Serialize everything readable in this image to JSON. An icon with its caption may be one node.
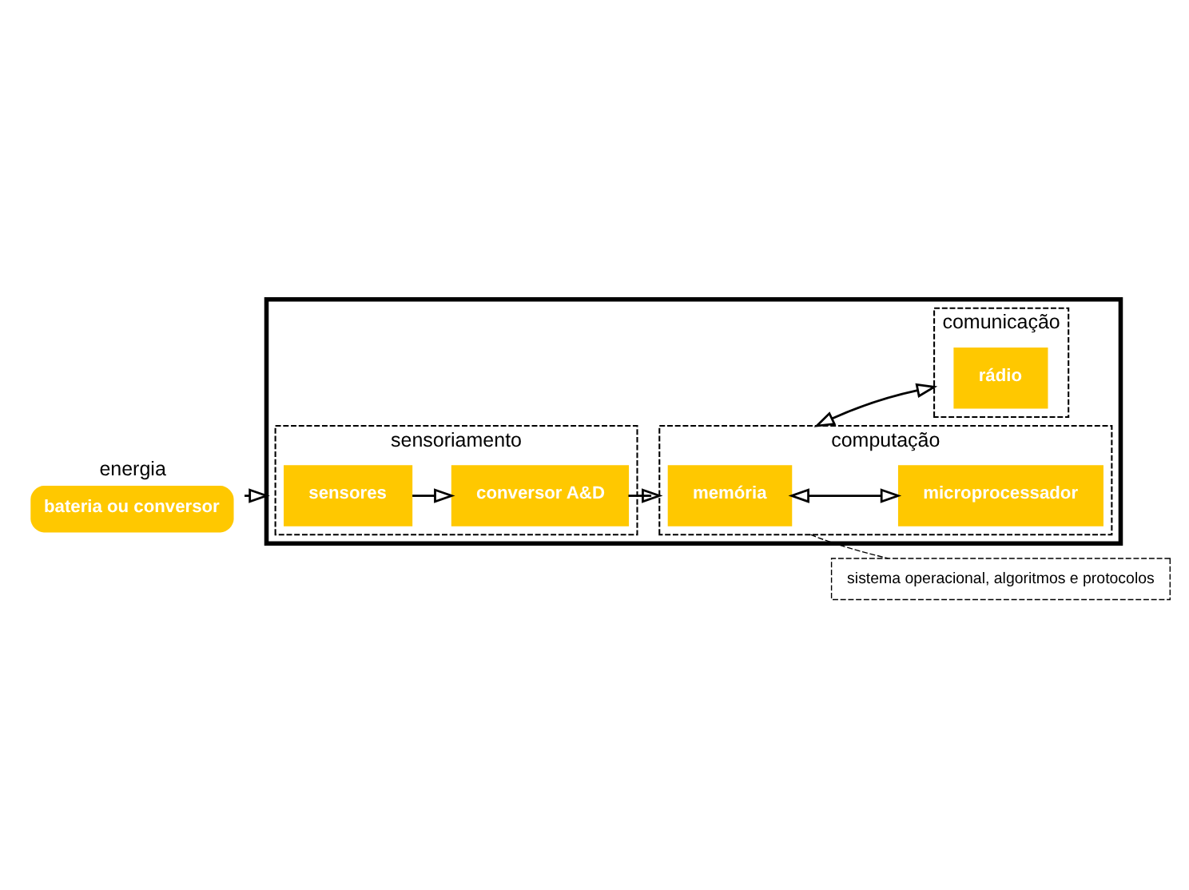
{
  "diagram": {
    "nodes": [
      {
        "text": [
          "energia",
          "bateria ou conversor"
        ]
      },
      {
        "text": [],
        "shape": "box"
      },
      {
        "text": [
          "sensoriamento"
        ],
        "in": 1
      },
      {
        "text": [
          "sensores"
        ],
        "in": 2
      },
      {
        "text": [
          "conversor A&D"
        ],
        "in": 2
      },
      {
        "text": [
          "computação"
        ],
        "in": 1
      },
      {
        "text": [
          "memória"
        ],
        "in": 5
      },
      {
        "text": [
          "microprocessador"
        ],
        "in": 5
      },
      {
        "text": [
          "comunicação"
        ],
        "in": 1
      },
      {
        "text": [
          "rádio"
        ],
        "in": 8
      },
      {
        "text": [
          "sistema operacional, algoritmos e protocolos"
        ]
      }
    ],
    "edges": [
      {
        "from": 0,
        "to": 1,
        "arrow": "to"
      },
      {
        "from": 3,
        "to": 4,
        "arrow": "to"
      },
      {
        "from": 4,
        "to": 5,
        "arrow": "to"
      },
      {
        "from": 6,
        "to": 7,
        "arrow": "both"
      },
      {
        "from": 5,
        "to": 8,
        "arrow": "both"
      },
      {
        "from": 5,
        "to": 10,
        "arrow": "none",
        "style": "dashed"
      }
    ]
  }
}
